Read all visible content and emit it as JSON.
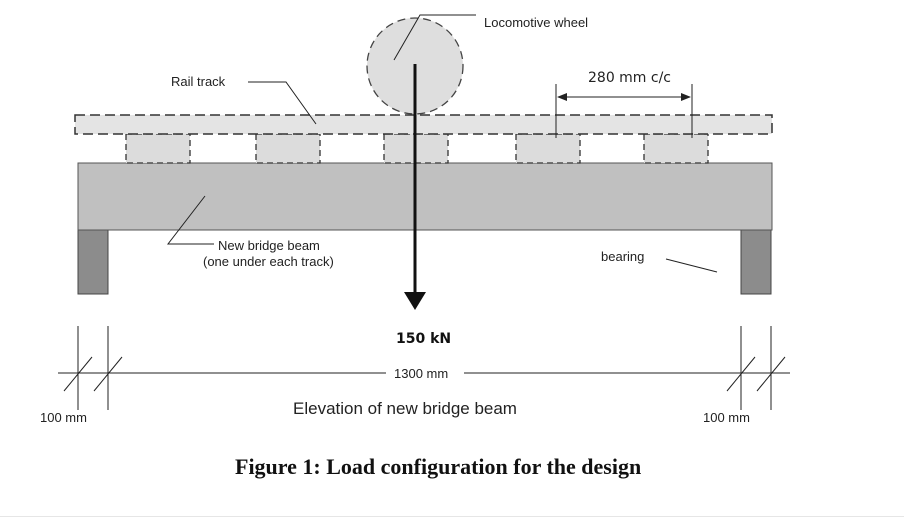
{
  "labels": {
    "wheel": "Locomotive wheel",
    "pitch": "280 mm c/c",
    "rail": "Rail track",
    "beam_line1": "New bridge beam",
    "beam_line2": "(one under each track)",
    "bearing": "bearing",
    "load": "150 kN",
    "span": "1300 mm",
    "elevation": "Elevation of new bridge beam",
    "left_overhang": "100 mm",
    "right_overhang": "100 mm",
    "caption": "Figure 1: Load configuration for the design"
  },
  "colors": {
    "beam": "#c0c0c0",
    "bearing": "#8c8c8c",
    "sleeper": "#dcdcdc",
    "rail": "#e4e4e4",
    "wheel": "#dedede",
    "line": "#222222"
  }
}
